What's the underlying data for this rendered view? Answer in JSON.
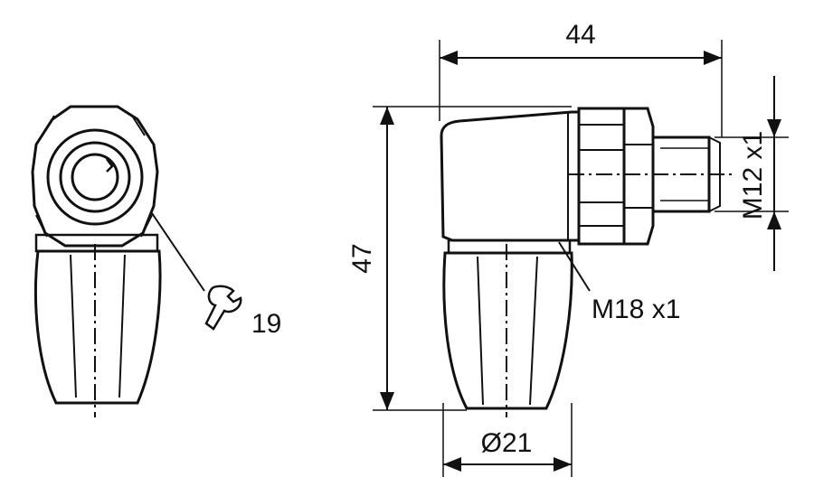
{
  "labels": {
    "width_dim": "44",
    "height_dim": "47",
    "thread_side": "M12 x1",
    "thread_nut": "M18 x1",
    "diameter": "Ø21",
    "wrench_size": "19"
  },
  "icons": {
    "wrench": "wrench-icon"
  },
  "colors": {
    "line": "#111111",
    "background": "#ffffff"
  }
}
